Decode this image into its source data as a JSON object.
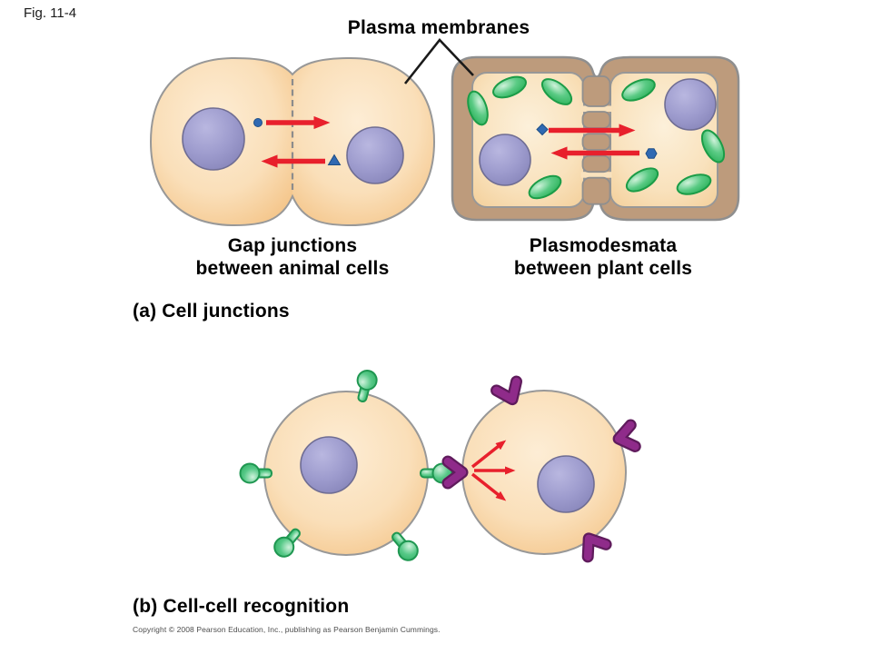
{
  "header": {
    "fig_label": "Fig. 11-4"
  },
  "panel_a": {
    "plasma_membranes_label": "Plasma membranes",
    "animal_caption_line1": "Gap junctions",
    "animal_caption_line2": "between animal cells",
    "plant_caption_line1": "Plasmodesmata",
    "plant_caption_line2": "between plant cells",
    "panel_label": "(a) Cell junctions"
  },
  "panel_b": {
    "panel_label": "(b) Cell-cell recognition"
  },
  "footer": {
    "copyright": "Copyright © 2008 Pearson Education, Inc., publishing as Pearson Benjamin Cummings."
  },
  "colors": {
    "cell_fill": "#FADFB9",
    "cell_outline": "#989898",
    "nucleus_purple": "#9E9CCE",
    "plant_wall_brown": "#BD9B7C",
    "cytoplasm_cream": "#F9E2BD",
    "chloroplast_green": "#2FB45B",
    "arrow_red": "#E8202C",
    "solute_blue": "#3069B2",
    "receptor_green": "#3CBB74",
    "receptor_purple": "#8F2B8A",
    "pointer_line_black": "#1a1a1a"
  }
}
